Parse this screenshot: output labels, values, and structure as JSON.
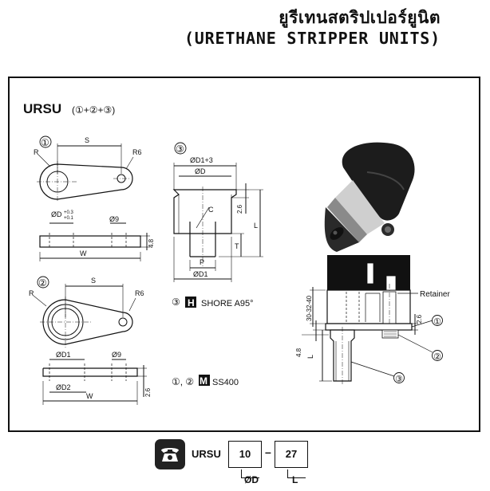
{
  "header": {
    "title_thai": "ยูรีเทนสตริปเปอร์ยูนิต",
    "title_en": "(URETHANE STRIPPER UNITS)"
  },
  "section": {
    "code": "URSU",
    "parts": "(①+②+③)"
  },
  "part1": {
    "marker": "①",
    "label_r": "R",
    "label_s": "S",
    "label_r6": "R6",
    "label_od": "ØD",
    "tolerance_upper": "+0.3",
    "tolerance_lower": "+0.1",
    "label_o9": "Ø9",
    "label_w": "W",
    "label_thk": "4.8"
  },
  "part2": {
    "marker": "②",
    "label_r": "R",
    "label_s": "S",
    "label_r6": "R6",
    "label_od1": "ØD1",
    "label_o9": "Ø9",
    "label_od2": "ØD2",
    "label_w": "W",
    "label_thk": "2.6"
  },
  "part3": {
    "marker": "③",
    "label_od1p3": "ØD1+3",
    "label_od": "ØD",
    "label_c": "C",
    "label_26": "2.6",
    "label_l": "L",
    "label_t": "T",
    "label_p": "P",
    "label_od1": "ØD1"
  },
  "materials": {
    "m3_marker": "③",
    "m3_letter": "H",
    "m3_text": "SHORE A95°",
    "m12_marker": "①, ②",
    "m12_letter": "M",
    "m12_text": "SS400"
  },
  "assembly": {
    "retainer": "Retainer",
    "dim_30_40": "30-32-40",
    "dim_26": "2.6",
    "dim_48": "4.8",
    "dim_l": "L",
    "callout1": "①",
    "callout2": "②",
    "callout3": "③"
  },
  "order": {
    "code": "URSU",
    "d_value": "10",
    "separator": "–",
    "l_value": "27",
    "d_label": "ØD",
    "l_label": "L"
  }
}
